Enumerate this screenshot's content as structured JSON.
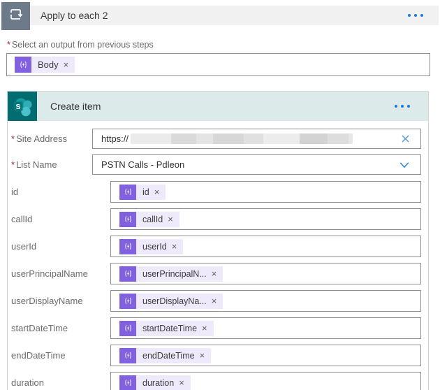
{
  "apply_to_each": {
    "icon": "loop-icon",
    "title": "Apply to each 2",
    "menu_icon": "ellipsis-menu",
    "output_field": {
      "required_marker": "*",
      "label": "Select an output from previous steps",
      "token": {
        "icon": "dynamic-content-icon",
        "label": "Body",
        "remove_glyph": "×"
      }
    }
  },
  "create_item": {
    "icon": "sharepoint-icon",
    "title": "Create item",
    "menu_icon": "ellipsis-menu",
    "site_address": {
      "required_marker": "*",
      "label": "Site Address",
      "value_prefix": "https://",
      "value_redacted": true,
      "clear_icon": "clear-x-icon"
    },
    "list_name": {
      "required_marker": "*",
      "label": "List Name",
      "value": "PSTN Calls - Pdleon",
      "dropdown_icon": "chevron-down-icon"
    },
    "token_fields": [
      {
        "label": "id",
        "token": "id",
        "remove_glyph": "×"
      },
      {
        "label": "callId",
        "token": "callId",
        "remove_glyph": "×"
      },
      {
        "label": "userId",
        "token": "userId",
        "remove_glyph": "×"
      },
      {
        "label": "userPrincipalName",
        "token": "userPrincipalN...",
        "remove_glyph": "×"
      },
      {
        "label": "userDisplayName",
        "token": "userDisplayNa...",
        "remove_glyph": "×"
      },
      {
        "label": "startDateTime",
        "token": "startDateTime",
        "remove_glyph": "×"
      },
      {
        "label": "endDateTime",
        "token": "endDateTime",
        "remove_glyph": "×"
      },
      {
        "label": "duration",
        "token": "duration",
        "remove_glyph": "×"
      }
    ]
  },
  "colors": {
    "loop_icon_bg": "#6d7a8a",
    "loop_bar_bg": "#f1f1f1",
    "sharepoint_teal": "#036c70",
    "action_header_bg": "#dcebea",
    "token_purple": "#8161df",
    "token_chip_bg": "#efeafb",
    "accent_blue": "#1d7bd7",
    "required_red": "#a4262c",
    "input_border_gray": "#8c8c8c"
  }
}
